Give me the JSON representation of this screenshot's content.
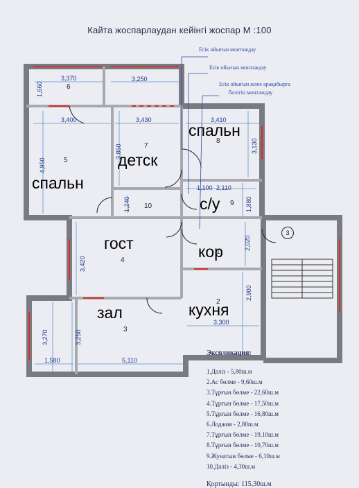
{
  "title": "Кайта жоспарлаудан кейінгі жоспар М :100",
  "annotations": [
    "Есік ойығын монтаждау",
    "Есік ойығын монтаждау",
    "Есік ойығын және арақабырға",
    "бөлігін монтаждау"
  ],
  "labels": {
    "spalny1": "спальн",
    "spalny2": "спальн",
    "detsk": "детск",
    "su": "с/у",
    "gost": "гост",
    "kor": "кор",
    "zal": "зал",
    "kuhnya": "кухня"
  },
  "room_numbers": [
    "1",
    "2",
    "3",
    "4",
    "5",
    "6",
    "7",
    "8",
    "9",
    "10"
  ],
  "dimensions": {
    "d6w": "3,370",
    "d6h": "1,660",
    "d6b": "3,250",
    "d5w": "3,400",
    "d7w": "3,430",
    "d8w": "3,410",
    "d5h": "4,950",
    "d7h": "3,850",
    "d8h": "3,130",
    "d10h": "1,240",
    "d9a": "1,100",
    "d9b": "2,110",
    "d9h": "1,880",
    "d4h": "3,420",
    "d1h": "2,020",
    "d2h": "2,900",
    "d2w": "3,300",
    "d3h1": "3,270",
    "d3h2": "3,250",
    "d3w1": "1,580",
    "d3w2": "5,110"
  },
  "stair_mark": "3",
  "explication": {
    "heading": "Экспликация:",
    "items": [
      "1.Дәліз - 5,80ш.м",
      "2.Ас бөлме - 9,60ш.м",
      "3.Тұрғын бөлме - 22,60ш.м",
      "4.Тұрғын бөлме - 17,50ш.м",
      "5.Тұрғын бөлме - 16,80ш.м",
      "6.Лоджия - 2,80ш.м",
      "7.Тұрғын бөлме - 19,10ш.м",
      "8.Тұрғын бөлме - 10,70ш.м",
      "9.Жунатын бөлме - 6,10ш.м",
      "10.Дәліз - 4,30ш.м"
    ],
    "total": "Қортынды: 115,30ш.м"
  }
}
